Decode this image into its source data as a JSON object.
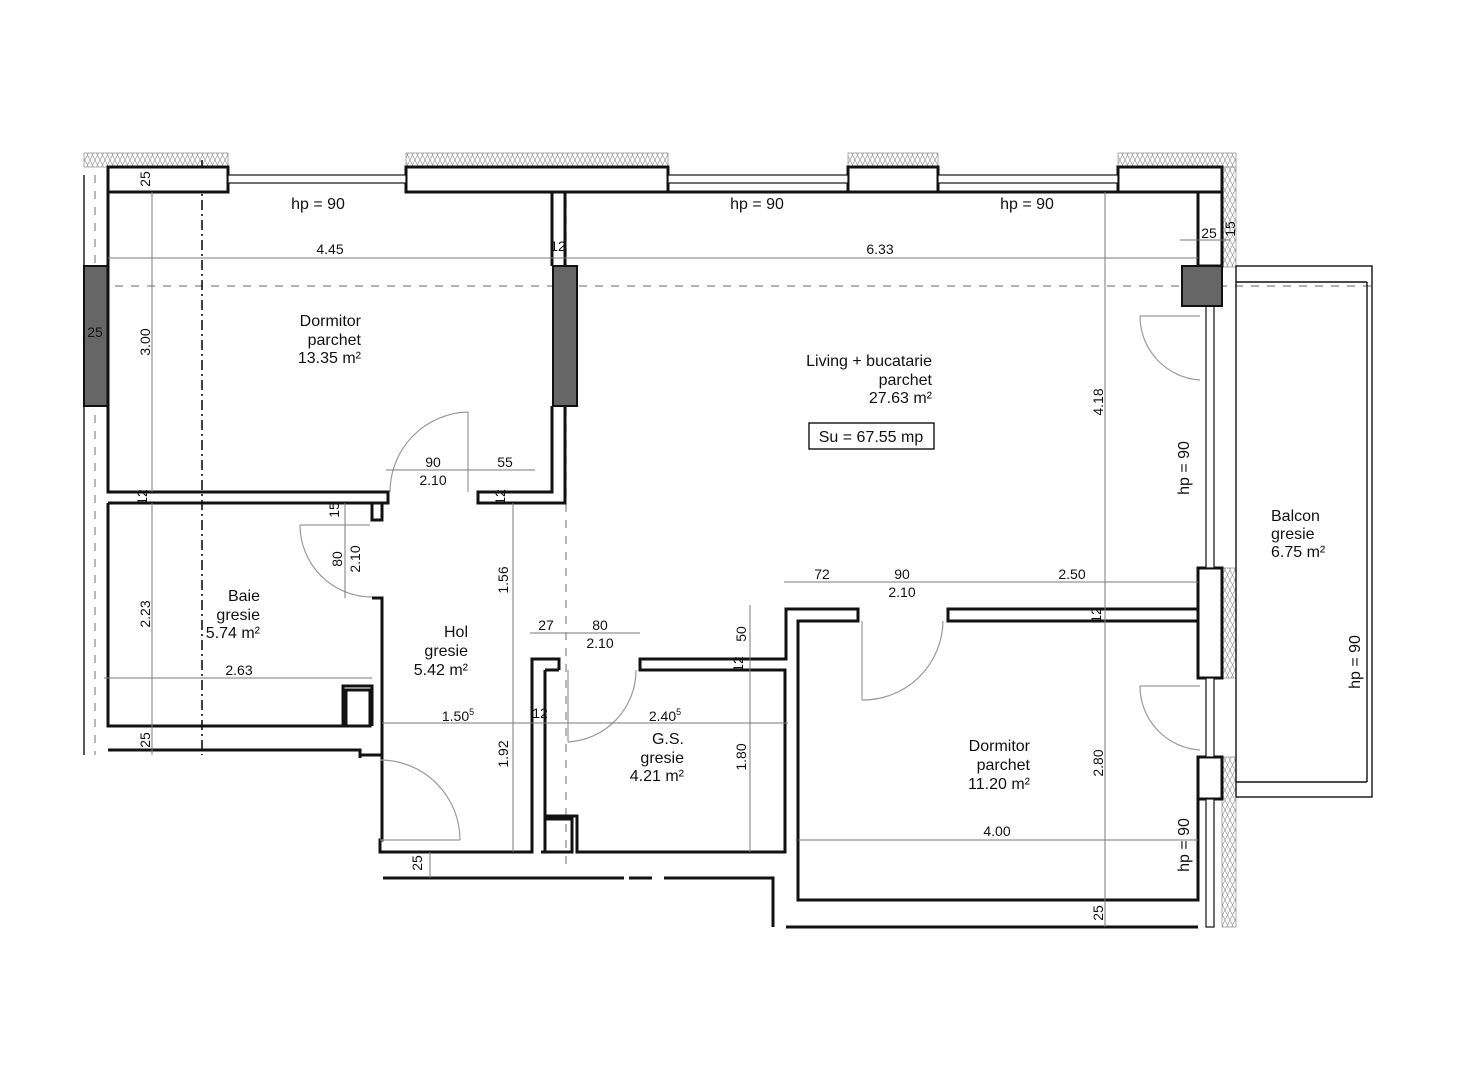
{
  "plan": {
    "total_area_label": "Su = 67.55 mp",
    "rooms": [
      {
        "id": "dormitor-1",
        "name": "Dormitor",
        "floor": "parchet",
        "area": "13.35 m²"
      },
      {
        "id": "living",
        "name": "Living + bucatarie",
        "floor": "parchet",
        "area": "27.63 m²"
      },
      {
        "id": "baie",
        "name": "Baie",
        "floor": "gresie",
        "area": "5.74 m²"
      },
      {
        "id": "hol",
        "name": "Hol",
        "floor": "gresie",
        "area": "5.42 m²"
      },
      {
        "id": "gs",
        "name": "G.S.",
        "floor": "gresie",
        "area": "4.21 m²"
      },
      {
        "id": "dormitor-2",
        "name": "Dormitor",
        "floor": "parchet",
        "area": "11.20 m²"
      },
      {
        "id": "balcon",
        "name": "Balcon",
        "floor": "gresie",
        "area": "6.75 m²"
      }
    ],
    "window_labels": {
      "top_left": "hp = 90",
      "top_middle": "hp = 90",
      "top_right": "hp = 90",
      "right_living": "hp = 90",
      "right_dormitor": "hp = 90",
      "balcon": "hp = 90"
    },
    "dimensions": {
      "dormitor1_width": "4.45",
      "dormitor1_height": "3.00",
      "living_width": "6.33",
      "living_height": "4.18",
      "wall_top_left": "25",
      "wall_left": "25",
      "wall_12_top": "12",
      "wall_right_25": "25",
      "wall_right_15": "15",
      "door_d1_width": "90",
      "door_d1_height": "2.10",
      "door_d1_side": "55",
      "wall_12_d1_left": "12",
      "wall_12_d1_right": "12",
      "baie_15": "15",
      "door_baie_width": "80",
      "door_baie_height": "2.10",
      "hol_156": "1.56",
      "baie_height": "2.23",
      "baie_width": "2.63",
      "wall_bottom_left": "25",
      "hol_width": "1.50",
      "hol_width_sup": "5",
      "hol_192": "1.92",
      "gs_27": "27",
      "door_gs_width": "80",
      "door_gs_height": "2.10",
      "gs_12_left": "12",
      "gs_width": "2.40",
      "gs_width_sup": "5",
      "gs_height": "1.80",
      "gs_50": "50",
      "gs_12_top": "12",
      "d2_72": "72",
      "door_d2_width": "90",
      "door_d2_height": "2.10",
      "d2_250": "2.50",
      "d2_12": "12",
      "d2_width": "4.00",
      "d2_height": "2.80",
      "wall_bottom_25": "25",
      "wall_bottom_hol_25": "25"
    }
  }
}
